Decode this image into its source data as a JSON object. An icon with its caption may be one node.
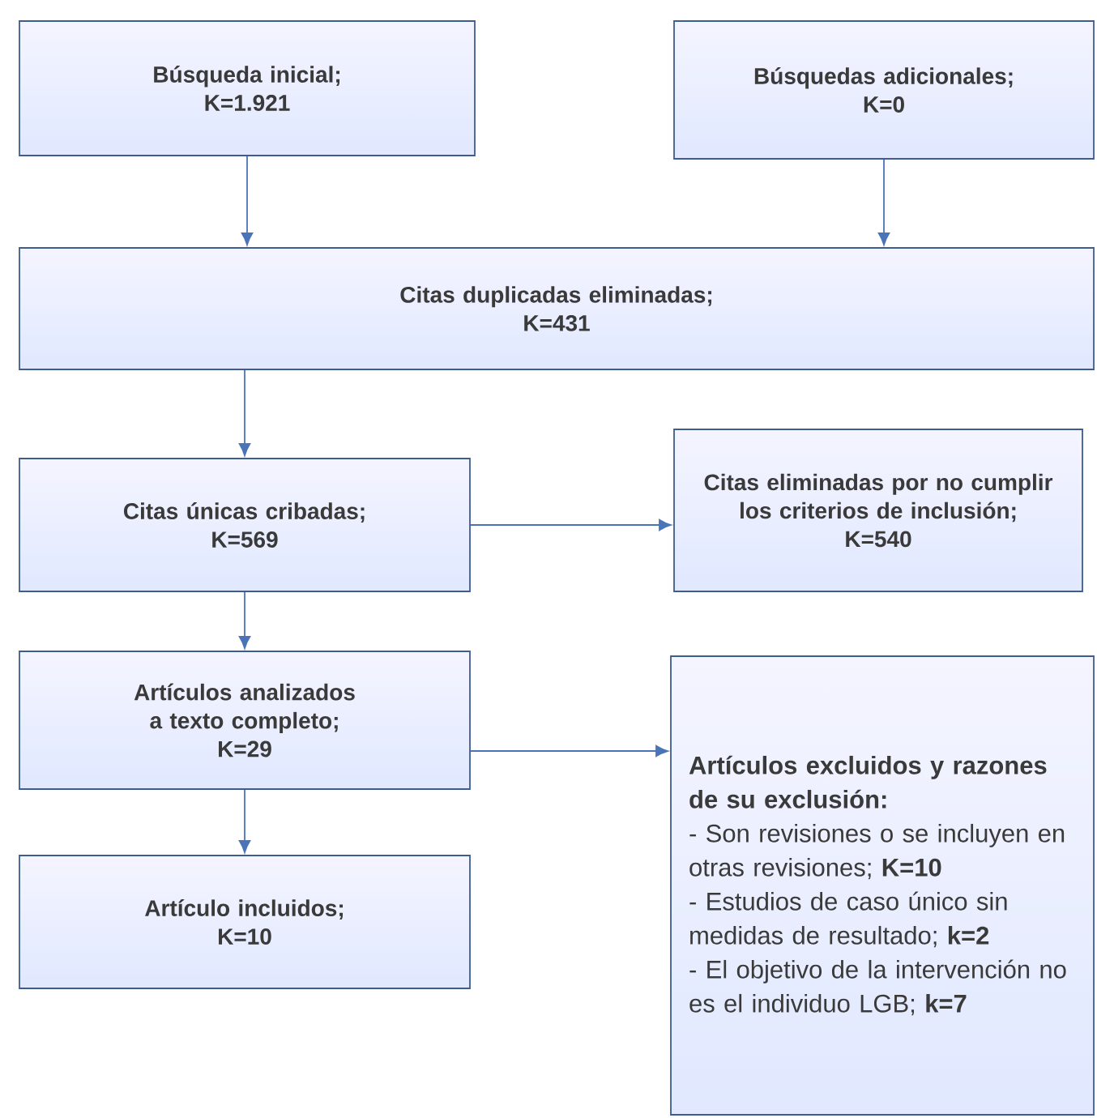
{
  "diagram": {
    "nodes": [
      {
        "text": [
          "Búsqueda inicial;",
          "K=1.921"
        ]
      },
      {
        "text": [
          "Búsquedas adicionales;",
          "K=0"
        ]
      },
      {
        "text": [
          "Citas duplicadas eliminadas;",
          "K=431"
        ]
      },
      {
        "text": [
          "Citas únicas cribadas;",
          "K=569"
        ]
      },
      {
        "text": [
          "Citas eliminadas por no cumplir los criterios de inclusión;",
          "K=540"
        ]
      },
      {
        "text": [
          "Artículos analizados a texto completo;",
          "K=29"
        ]
      },
      {
        "text": [
          "Artículos excluidos y razones de su exclusión:",
          "- Son revisiones o se incluyen en otras revisiones; **K=10**",
          "- Estudios de caso único sin medidas de resultado; **k=2**",
          "- El objetivo de la intervención no es el individuo LGB; **k=7**"
        ]
      },
      {
        "text": [
          "Artículo incluidos;",
          "K=10"
        ]
      }
    ],
    "edges": [
      {
        "from": 0,
        "to": 2,
        "arrow": "to"
      },
      {
        "from": 1,
        "to": 2,
        "arrow": "to"
      },
      {
        "from": 2,
        "to": 3,
        "arrow": "to"
      },
      {
        "from": 3,
        "to": 4,
        "arrow": "to"
      },
      {
        "from": 3,
        "to": 5,
        "arrow": "to"
      },
      {
        "from": 5,
        "to": 6,
        "arrow": "to"
      },
      {
        "from": 5,
        "to": 7,
        "arrow": "to"
      }
    ]
  }
}
